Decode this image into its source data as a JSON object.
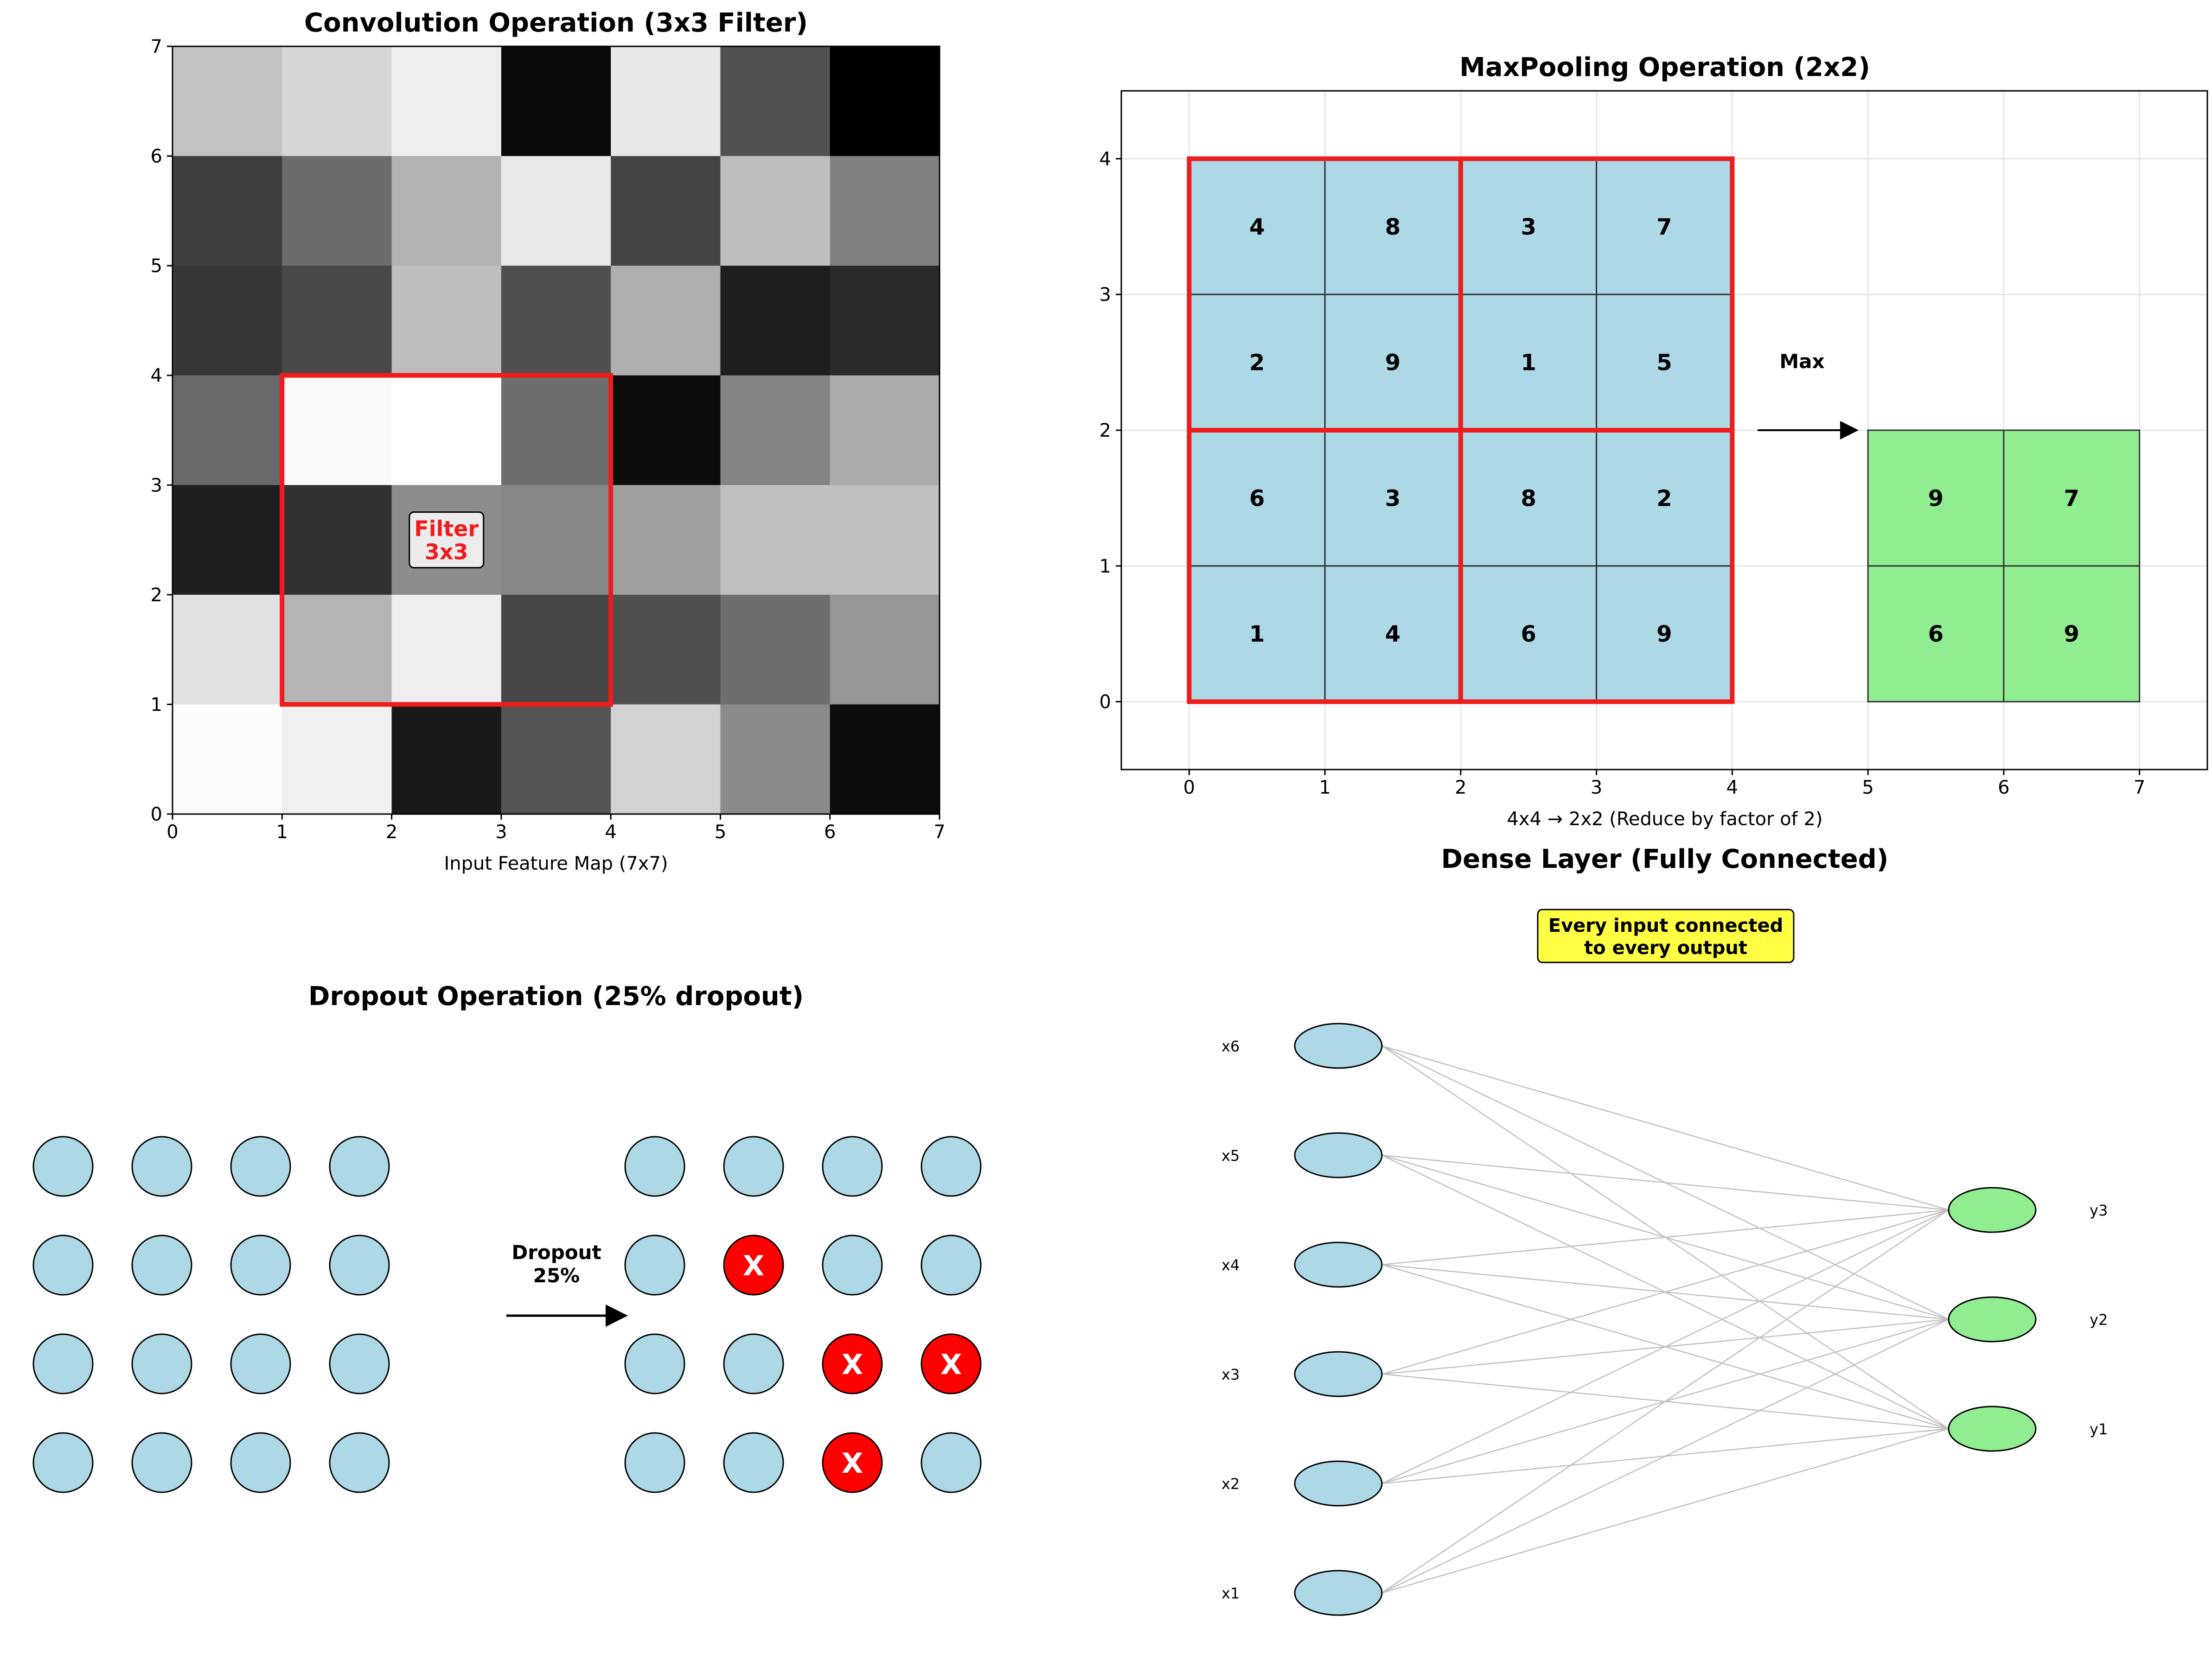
{
  "conv": {
    "title": "Convolution Operation (3x3 Filter)",
    "xlabel": "Input Feature Map (7x7)",
    "x_ticks": [
      "0",
      "1",
      "2",
      "3",
      "4",
      "5",
      "6",
      "7"
    ],
    "y_ticks": [
      "0",
      "1",
      "2",
      "3",
      "4",
      "5",
      "6",
      "7"
    ],
    "grid_rows_top_to_bottom": [
      [
        195,
        215,
        238,
        10,
        232,
        82,
        0
      ],
      [
        62,
        108,
        178,
        233,
        68,
        190,
        128
      ],
      [
        55,
        72,
        190,
        80,
        175,
        30,
        42
      ],
      [
        105,
        250,
        255,
        110,
        12,
        132,
        172
      ],
      [
        30,
        50,
        140,
        135,
        160,
        192,
        192
      ],
      [
        225,
        180,
        238,
        70,
        80,
        110,
        150
      ],
      [
        252,
        240,
        25,
        85,
        210,
        138,
        12
      ]
    ],
    "filter": {
      "x0": 1,
      "y0": 1,
      "size": 3,
      "label_line1": "Filter",
      "label_line2": "3x3"
    }
  },
  "maxpool": {
    "title": "MaxPooling Operation (2x2)",
    "xlabel": "4x4 → 2x2 (Reduce by factor of 2)",
    "x_ticks": [
      "0",
      "1",
      "2",
      "3",
      "4",
      "5",
      "6",
      "7"
    ],
    "y_ticks": [
      "0",
      "1",
      "2",
      "3",
      "4"
    ],
    "input_rows_top_to_bottom": [
      [
        "4",
        "8",
        "3",
        "7"
      ],
      [
        "2",
        "9",
        "1",
        "5"
      ],
      [
        "6",
        "3",
        "8",
        "2"
      ],
      [
        "1",
        "4",
        "6",
        "9"
      ]
    ],
    "output_rows_top_to_bottom": [
      [
        "9",
        "7"
      ],
      [
        "6",
        "9"
      ]
    ],
    "arrow_label": "Max",
    "colors": {
      "input": "#add8e6",
      "output": "#90ee90",
      "pool_border": "#ee1c1c"
    }
  },
  "dropout": {
    "title": "Dropout Operation (25% dropout)",
    "arrow_label_line1": "Dropout",
    "arrow_label_line2": "25%",
    "dropped_mark": "X",
    "before_rows": 4,
    "before_cols": 4,
    "dropped_cells_row_col": [
      [
        1,
        1
      ],
      [
        2,
        2
      ],
      [
        2,
        3
      ],
      [
        3,
        2
      ]
    ],
    "colors": {
      "active": "#add8e6",
      "dropped": "#ff0000"
    }
  },
  "dense": {
    "title": "Dense Layer (Fully Connected)",
    "note_line1": "Every input connected",
    "note_line2": "to every output",
    "inputs_top_to_bottom": [
      "x6",
      "x5",
      "x4",
      "x3",
      "x2",
      "x1"
    ],
    "outputs_top_to_bottom": [
      "y3",
      "y2",
      "y1"
    ],
    "colors": {
      "input": "#add8e6",
      "output": "#90ee90",
      "note_bg": "#ffff44",
      "edge": "#c0c0c0"
    }
  }
}
